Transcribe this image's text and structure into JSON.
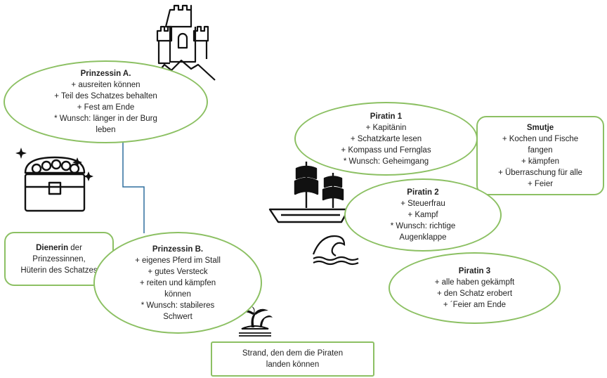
{
  "nodes": {
    "prinzessin_a": {
      "title": "Prinzessin A.",
      "lines": [
        "+ ausreiten können",
        "+ Teil des Schatzes behalten",
        "+ Fest am Ende",
        "* Wunsch: länger in der Burg",
        "leben"
      ]
    },
    "prinzessin_b": {
      "title": "Prinzessin B.",
      "lines": [
        "+ eigenes Pferd im Stall",
        "+ gutes Versteck",
        "+ reiten und kämpfen",
        "können",
        "* Wunsch: stabileres",
        "Schwert"
      ]
    },
    "dienerin": {
      "title": "Dienerin",
      "title_suffix": " der",
      "lines": [
        "Prinzessinnen,",
        "Hüterin des Schatzes"
      ]
    },
    "piratin_1": {
      "title": "Piratin 1",
      "lines": [
        "+ Kapitänin",
        "+ Schatzkarte lesen",
        "+ Kompass und Fernglas",
        "* Wunsch: Geheimgang"
      ]
    },
    "smutje": {
      "title": "Smutje",
      "lines": [
        "+ Kochen und Fische",
        "fangen",
        "+ kämpfen",
        "+ Überraschung für alle",
        "+ Feier"
      ]
    },
    "piratin_2": {
      "title": "Piratin 2",
      "lines": [
        "+ Steuerfrau",
        "+ Kampf",
        "* Wunsch: richtige",
        "Augenklappe"
      ]
    },
    "piratin_3": {
      "title": "Piratin 3",
      "lines": [
        "+ alle haben gekämpft",
        "+ den Schatz erobert",
        "+ ´Feier am Ende"
      ]
    },
    "strand": {
      "lines": [
        "Strand, den dem die Piraten",
        "landen können"
      ]
    }
  },
  "colors": {
    "node_border": "#8cc063",
    "connector": "#2e6f9e",
    "icon_stroke": "#111111"
  },
  "icons": [
    "castle-icon",
    "treasure-chest-icon",
    "pirate-ship-icon",
    "wave-icon",
    "island-icon"
  ]
}
